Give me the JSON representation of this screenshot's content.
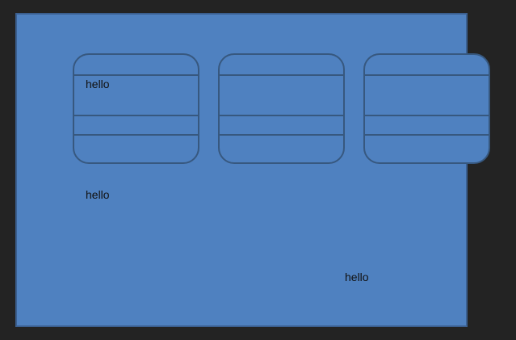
{
  "colors": {
    "background": "#232323",
    "panel_fill": "#4f81c0",
    "panel_border": "#3b5f8f",
    "card_border": "#37587f",
    "text": "#111111"
  },
  "labels": {
    "hello_1": "hello",
    "hello_2": "hello",
    "hello_3": "hello"
  }
}
